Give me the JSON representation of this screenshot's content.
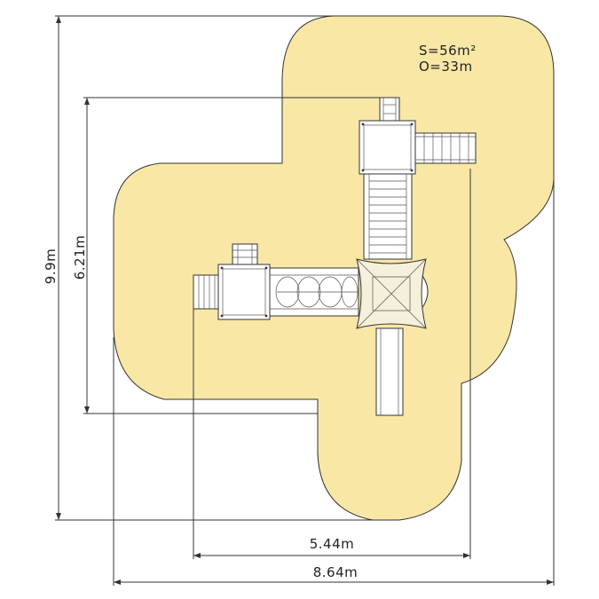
{
  "plan": {
    "area_label": "S=56m²",
    "perimeter_label": "O=33m",
    "colors": {
      "safety_zone": "#f9e7a6",
      "outline": "#333333",
      "equipment": "#ffffff"
    }
  },
  "dimensions": {
    "total_height": "9.9m",
    "equipment_height": "6.21m",
    "equipment_width": "5.44m",
    "total_width": "8.64m"
  }
}
